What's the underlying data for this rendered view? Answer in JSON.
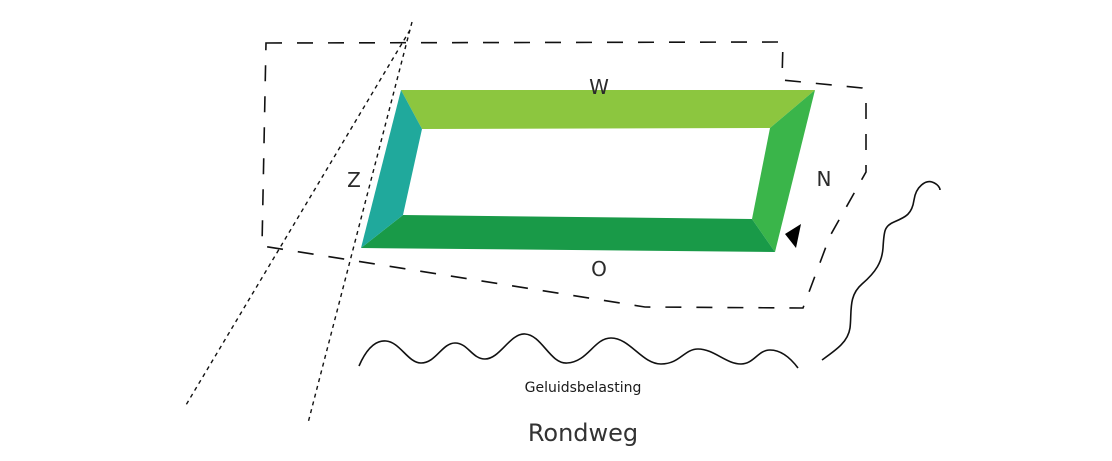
{
  "diagram": {
    "labels": {
      "west": "W",
      "south": "Z",
      "north": "N",
      "east": "O",
      "noise": "Geluidsbelasting",
      "road": "Rondweg"
    },
    "colors": {
      "west_facade": "#8CC63F",
      "south_facade": "#20A99C",
      "north_facade": "#3AB54A",
      "east_facade": "#199A48",
      "line": "#111111",
      "text": "#2b2b2b"
    },
    "icons": {
      "entrance": "entrance-arrow-icon"
    }
  }
}
